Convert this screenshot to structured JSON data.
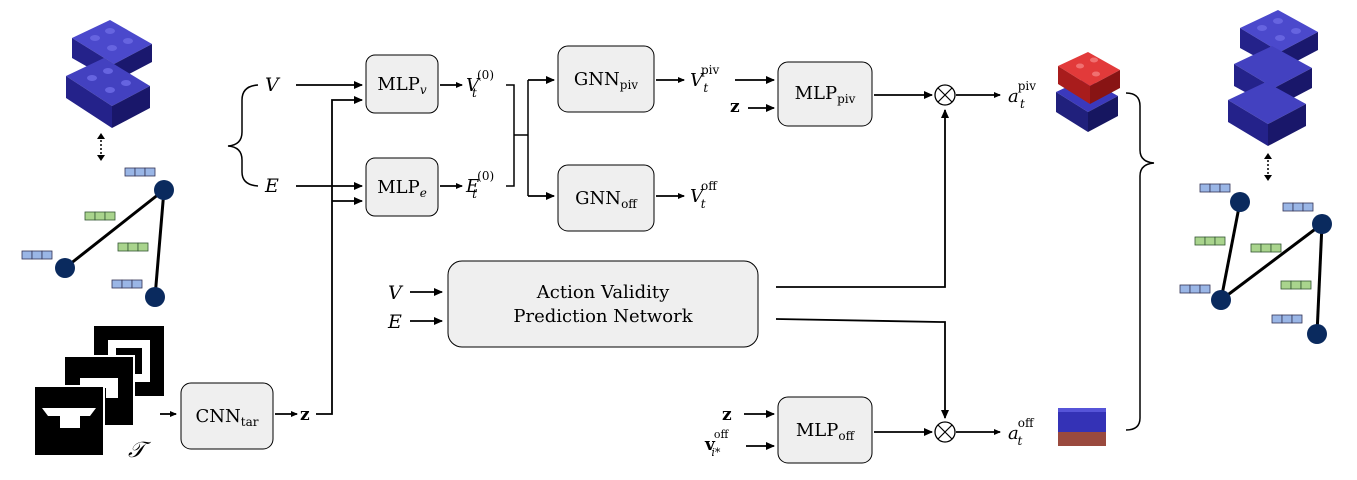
{
  "modules": {
    "mlp_v": {
      "base": "MLP",
      "sub": "v"
    },
    "mlp_e": {
      "base": "MLP",
      "sub": "e"
    },
    "gnn_piv": {
      "base": "GNN",
      "sub": "piv"
    },
    "gnn_off": {
      "base": "GNN",
      "sub": "off"
    },
    "mlp_piv": {
      "base": "MLP",
      "sub": "piv"
    },
    "mlp_off": {
      "base": "MLP",
      "sub": "off"
    },
    "cnn_tar": {
      "base": "CNN",
      "sub": "tar"
    },
    "avpn": {
      "line1": "Action Validity",
      "line2": "Prediction Network"
    }
  },
  "symbols": {
    "V": "V",
    "E": "E",
    "z": "z",
    "otimes": "⊗",
    "target": "𝒯",
    "v0": {
      "base": "V",
      "sub": "t",
      "sup": "(0)"
    },
    "e0": {
      "base": "E",
      "sub": "t",
      "sup": "(0)"
    },
    "vpiv": {
      "base": "V",
      "sub": "t",
      "sup": "piv"
    },
    "voff": {
      "base": "V",
      "sub": "t",
      "sup": "off"
    },
    "apiv": {
      "base": "a",
      "sub": "t",
      "sup": "piv"
    },
    "aoff": {
      "base": "a",
      "sub": "t",
      "sup": "off"
    },
    "vistar": {
      "base": "v",
      "sub": "i*",
      "sup": "off"
    }
  },
  "colors": {
    "node": "#0a2a5e",
    "feature_blue": "#9ab6e6",
    "feature_green": "#a9d48d",
    "brick_blue": "#2c2aa6",
    "brick_red": "#c8262a",
    "box_fill": "#efefef"
  }
}
